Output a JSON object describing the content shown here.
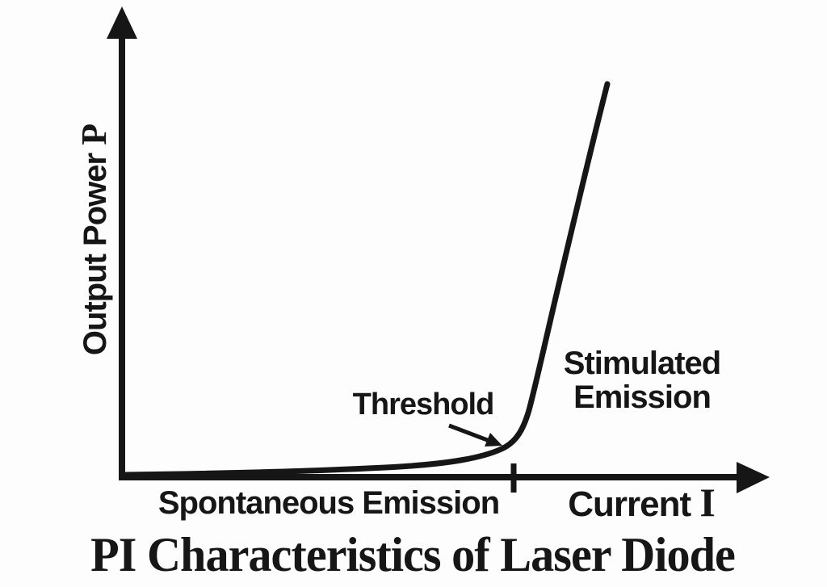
{
  "figure": {
    "background_color": "#fdfdfd",
    "ink_color": "#161616",
    "title": "PI Characteristics of Laser Diode",
    "y_axis": {
      "label": "Output Power",
      "symbol": "P"
    },
    "x_axis": {
      "label": "Current",
      "symbol": "I"
    },
    "annotations": {
      "threshold_label": "Threshold",
      "stimulated_emission_line1": "Stimulated",
      "stimulated_emission_line2": "Emission",
      "spontaneous_emission_label": "Spontaneous Emission"
    }
  },
  "chart_data": {
    "type": "line",
    "title": "PI Characteristics of Laser Diode",
    "xlabel": "Current I",
    "ylabel": "Output Power P",
    "axes_numeric_labels": false,
    "grid": false,
    "legend_position": "none",
    "x_range_normalized": [
      0,
      1
    ],
    "y_range_normalized": [
      0,
      1
    ],
    "threshold_tick_x_normalized": 0.61,
    "series": [
      {
        "name": "P-I curve",
        "x": [
          0.01,
          0.19,
          0.34,
          0.42,
          0.49,
          0.54,
          0.57,
          0.6,
          0.61,
          0.62,
          0.63,
          0.64,
          0.65,
          0.67,
          0.69,
          0.71,
          0.73,
          0.75
        ],
        "y": [
          0.01,
          0.01,
          0.015,
          0.02,
          0.03,
          0.04,
          0.05,
          0.065,
          0.09,
          0.11,
          0.14,
          0.2,
          0.27,
          0.36,
          0.47,
          0.58,
          0.71,
          0.84
        ]
      }
    ],
    "annotations": [
      {
        "text": "Threshold",
        "points_to": "knee of curve at threshold current tick"
      },
      {
        "text": "Stimulated Emission",
        "region": "steep rising region right of threshold"
      },
      {
        "text": "Spontaneous Emission",
        "region": "flat low-power region below threshold"
      }
    ]
  }
}
